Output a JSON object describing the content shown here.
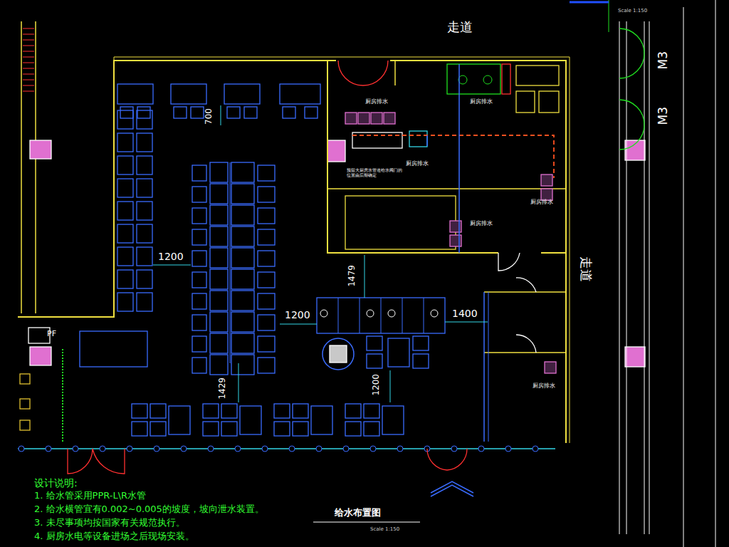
{
  "diagram": {
    "title": "给水布置图",
    "labels": [
      "走道",
      "M3",
      "M3",
      "700",
      "1200",
      "1479",
      "1200",
      "1400",
      "1429",
      "1200",
      "PF",
      "走道",
      "厨房排水",
      "厨房排水",
      "厨房排水",
      "厨房排水",
      "厨房排水",
      "厨房排水",
      "预留大厨房水管道给水阀门的位置由后期确定",
      "设计说明:",
      "1. 给水管采用PPR-L\\R水管",
      "2. 给水横管宜有0.002~0.005的坡度，坡向泄水装置。",
      "3. 未尽事项均按国家有关规范执行。",
      "4. 厨房水电等设备进场之后现场安装。",
      "Scale 1:150",
      "Scale 1:150"
    ]
  }
}
